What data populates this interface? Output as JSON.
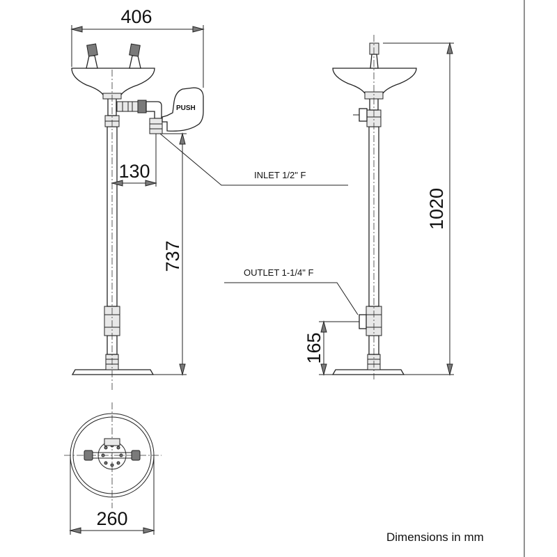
{
  "dimensions": {
    "overall_width": "406",
    "inlet_offset": "130",
    "inlet_height": "737",
    "total_height": "1020",
    "outlet_height": "165",
    "base_diameter": "260"
  },
  "labels": {
    "push": "PUSH",
    "inlet": "INLET 1/2\" F",
    "outlet": "OUTLET 1-1/4\" F"
  },
  "footer": {
    "units_note": "Dimensions in mm"
  }
}
